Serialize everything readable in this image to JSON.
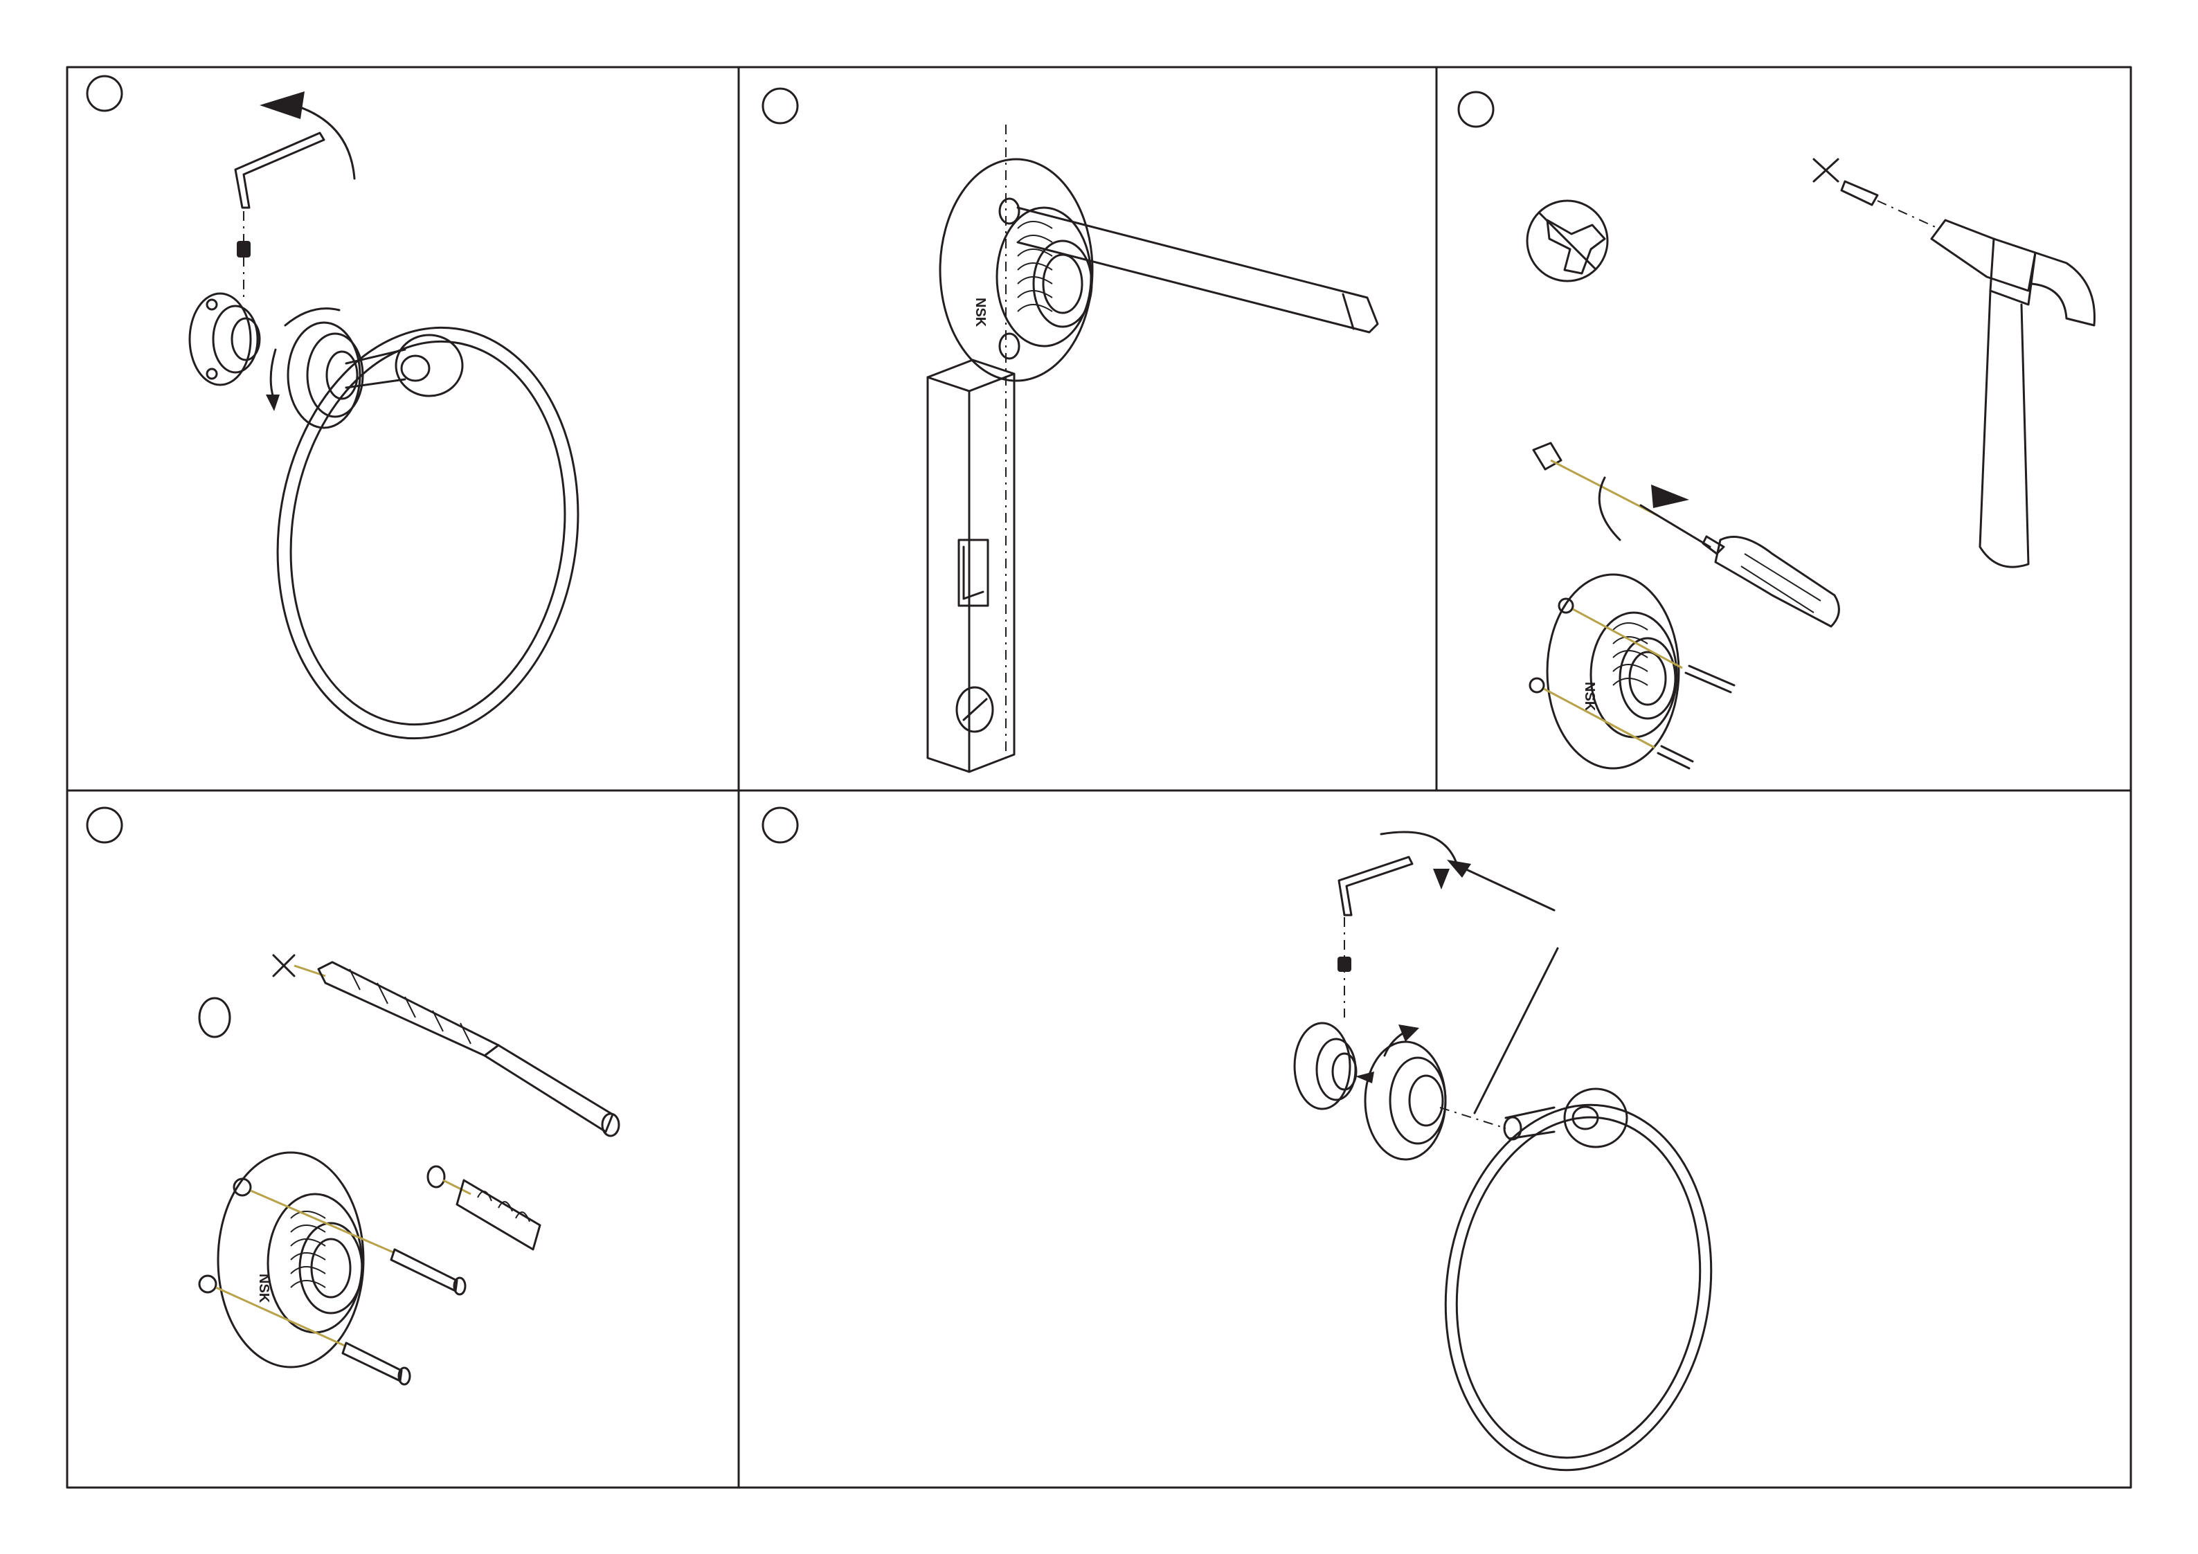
{
  "panels": [
    {
      "id": "p1",
      "step_marker": ""
    },
    {
      "id": "p2",
      "step_marker": ""
    },
    {
      "id": "p3",
      "step_marker": ""
    },
    {
      "id": "p4",
      "step_marker": ""
    },
    {
      "id": "p5",
      "step_marker": ""
    }
  ],
  "brand_mark": "NSK",
  "icons": {
    "no_power_drill": "no-power-drill-icon",
    "hammer": "hammer-icon",
    "screwdriver": "screwdriver-icon",
    "drill_bit": "drill-bit-icon",
    "allen_key": "allen-key-icon"
  },
  "colors": {
    "line": "#231f20",
    "guide": "#b8a24a",
    "background": "#ffffff"
  }
}
